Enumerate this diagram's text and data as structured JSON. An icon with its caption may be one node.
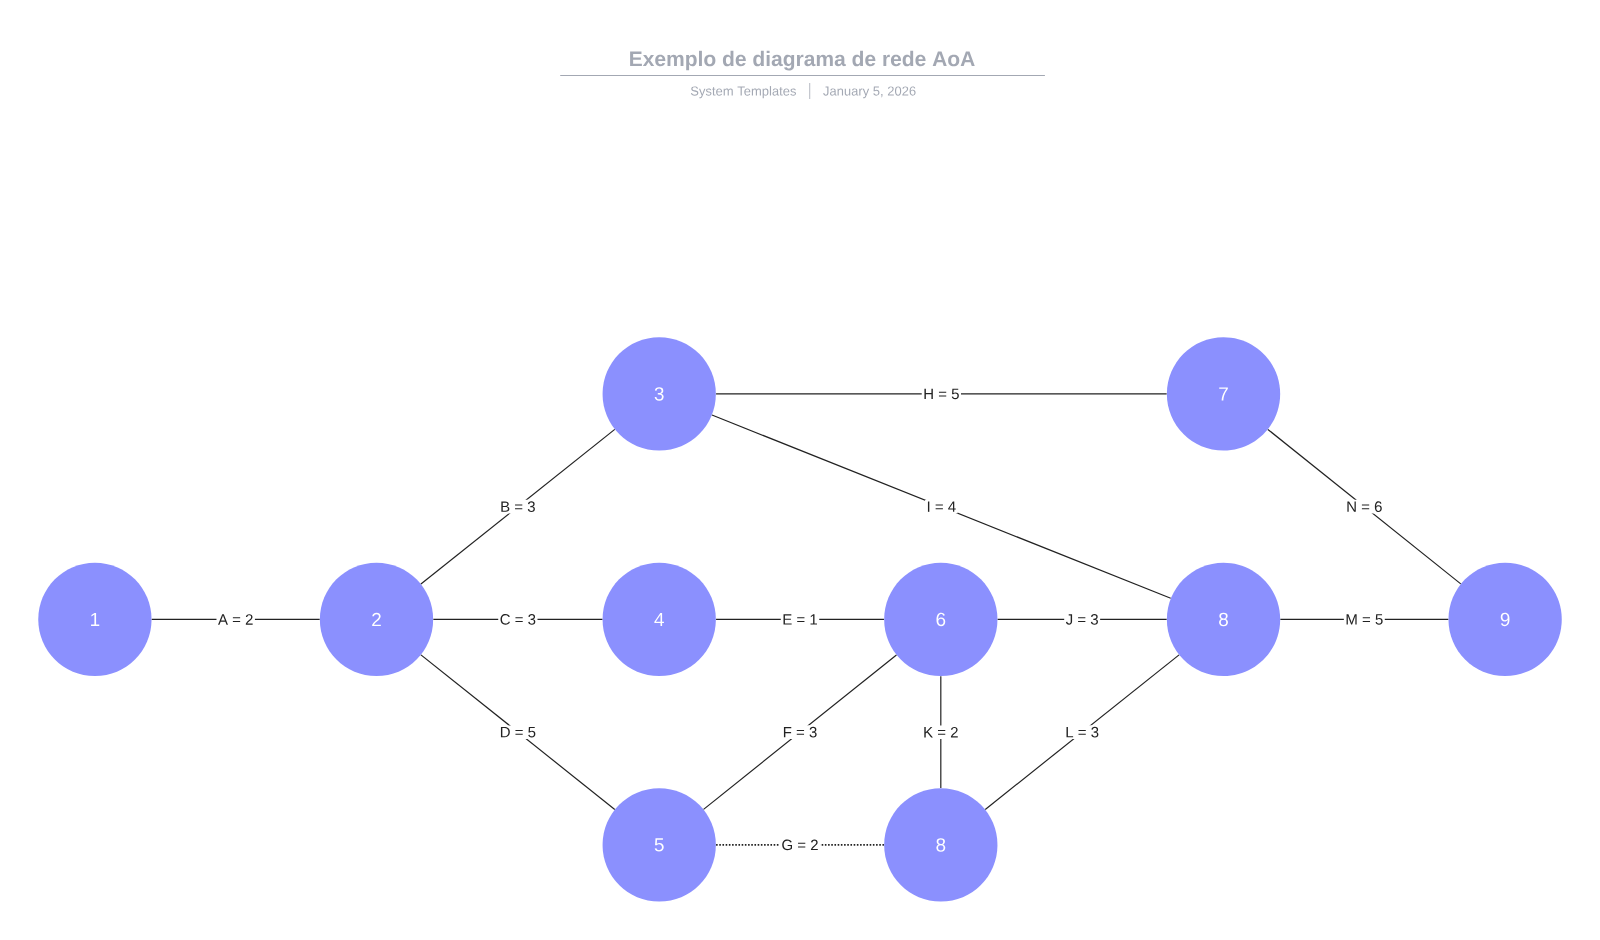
{
  "diagram": {
    "title": "Exemplo de diagrama de rede AoA",
    "nodes": [
      {
        "text": [
          "1"
        ]
      },
      {
        "text": [
          "2"
        ]
      },
      {
        "text": [
          "3"
        ]
      },
      {
        "text": [
          "4"
        ]
      },
      {
        "text": [
          "5"
        ]
      },
      {
        "text": [
          "6"
        ]
      },
      {
        "text": [
          "8"
        ]
      },
      {
        "text": [
          "7"
        ]
      },
      {
        "text": [
          "8"
        ]
      },
      {
        "text": [
          "9"
        ]
      }
    ],
    "edges": [
      {
        "from": 0,
        "to": 1,
        "arrow": "none",
        "label": "A = 2"
      },
      {
        "from": 1,
        "to": 2,
        "arrow": "none",
        "label": "B = 3"
      },
      {
        "from": 1,
        "to": 3,
        "arrow": "none",
        "label": "C = 3"
      },
      {
        "from": 1,
        "to": 4,
        "arrow": "none",
        "label": "D = 5"
      },
      {
        "from": 3,
        "to": 5,
        "arrow": "none",
        "label": "E = 1"
      },
      {
        "from": 4,
        "to": 5,
        "arrow": "none",
        "label": "F = 3"
      },
      {
        "from": 4,
        "to": 6,
        "arrow": "none",
        "label": "G = 2",
        "style": "dashed"
      },
      {
        "from": 2,
        "to": 7,
        "arrow": "none",
        "label": "H = 5"
      },
      {
        "from": 2,
        "to": 8,
        "arrow": "none",
        "label": "I = 4"
      },
      {
        "from": 5,
        "to": 8,
        "arrow": "none",
        "label": "J = 3"
      },
      {
        "from": 5,
        "to": 6,
        "arrow": "none",
        "label": "K = 2"
      },
      {
        "from": 6,
        "to": 8,
        "arrow": "none",
        "label": "L = 3"
      },
      {
        "from": 8,
        "to": 9,
        "arrow": "none",
        "label": "M = 5"
      },
      {
        "from": 7,
        "to": 9,
        "arrow": "none",
        "label": "N = 6"
      }
    ],
    "labels": [
      "System Templates",
      "January 5, 2026"
    ]
  }
}
